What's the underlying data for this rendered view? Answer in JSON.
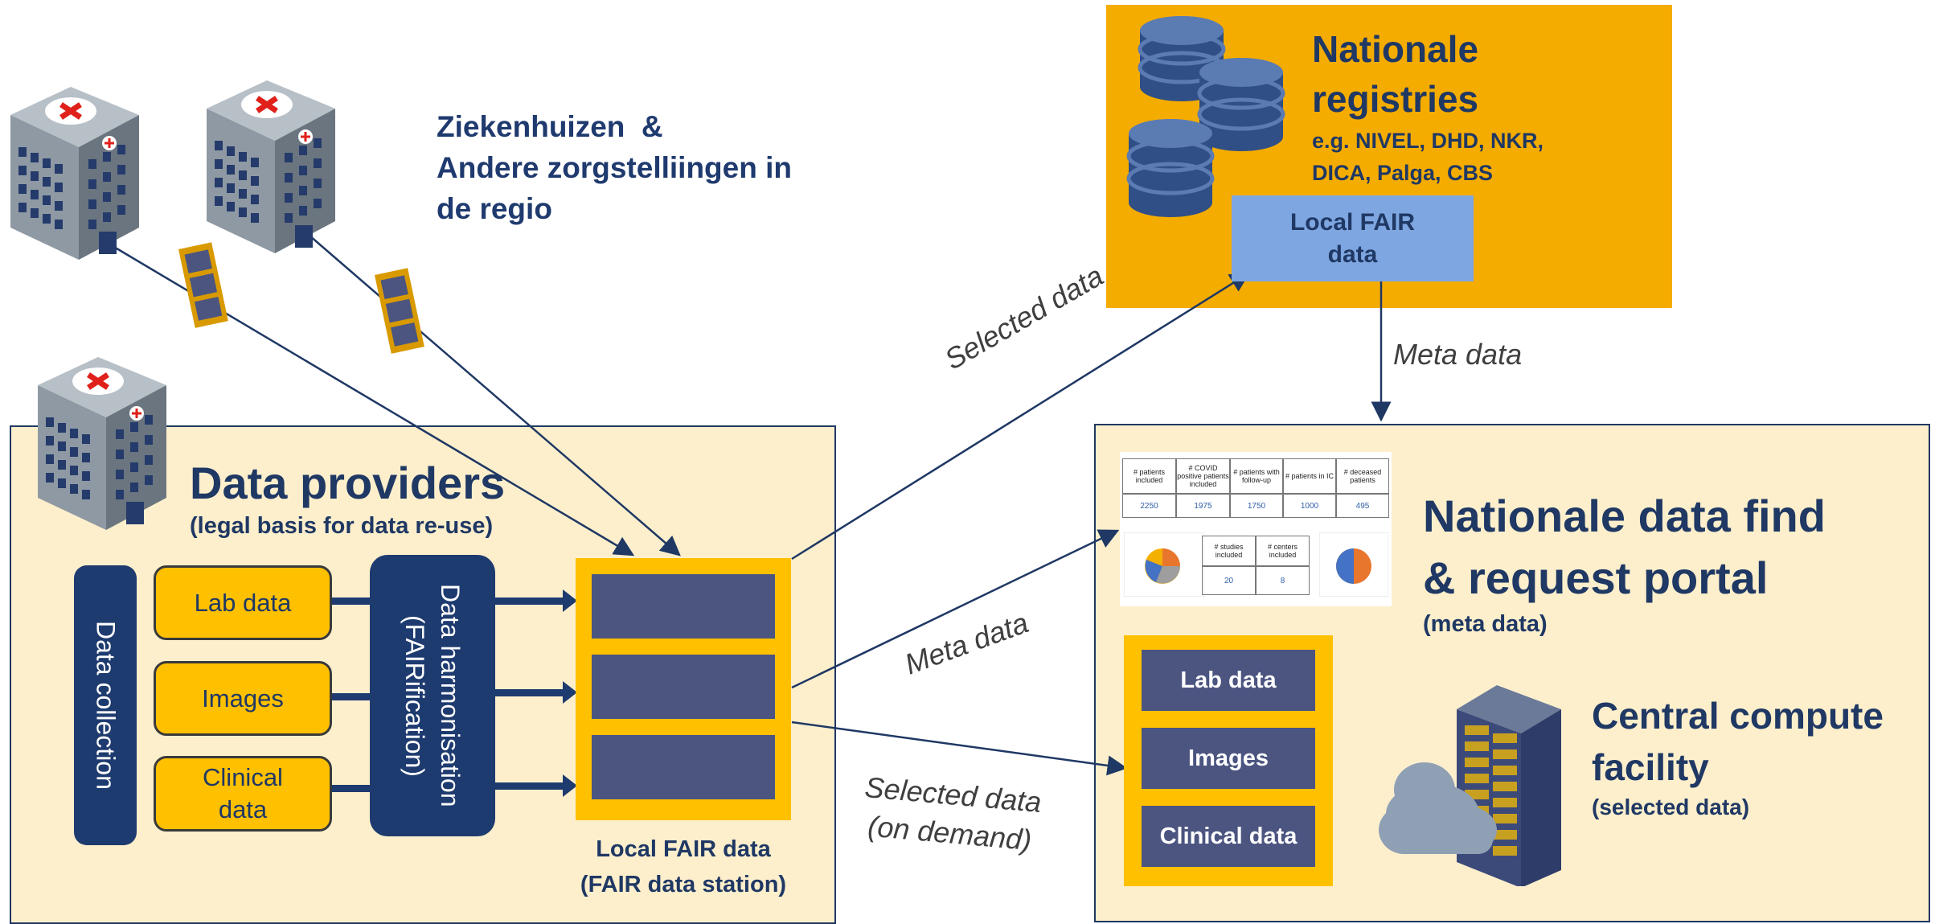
{
  "hospitals_caption": [
    "Ziekenhuizen  &",
    "Andere zorgstelliingen in",
    "de regio"
  ],
  "registries": {
    "title_line1": "Nationale",
    "title_line2": "registries",
    "examples_line1": "e.g. NIVEL, DHD, NKR,",
    "examples_line2": "DICA, Palga, CBS",
    "local_fair_line1": "Local FAIR",
    "local_fair_line2": "data"
  },
  "providers": {
    "title": "Data providers",
    "subtitle": "(legal basis for data re-use)",
    "collection": "Data collection",
    "items": [
      "Lab data",
      "Images",
      "Clinical data"
    ],
    "harmonisation_line1": "Data harmonisation",
    "harmonisation_line2": "(FAIRification)",
    "station_line1": "Local FAIR data",
    "station_line2": "(FAIR data station)"
  },
  "portal": {
    "title_line1": "Nationale data find",
    "title_line2": "& request portal",
    "subtitle": "(meta data)",
    "table_headers": [
      "# patients included",
      "# COVID positive patients included",
      "# patients with follow-up",
      "# patients in IC",
      "# deceased patients"
    ],
    "table_values": [
      "2250",
      "1975",
      "1750",
      "1000",
      "495"
    ],
    "mini_headers": [
      "# studies included",
      "# centers included"
    ],
    "mini_values": [
      "20",
      "8"
    ]
  },
  "compute": {
    "title_line1": "Central compute",
    "title_line2": "facility",
    "subtitle": "(selected data)",
    "items": [
      "Lab data",
      "Images",
      "Clinical data"
    ]
  },
  "arrows": {
    "selected_data": "Selected data",
    "meta_data_top": "Meta data",
    "meta_data_mid": "Meta data",
    "selected_on_demand_line1": "Selected data",
    "selected_on_demand_line2": "(on demand)"
  },
  "colors": {
    "navy": "#1e3b70",
    "yellow": "#ffc000",
    "orange": "#f5ac00",
    "cream": "#fdefcc",
    "light_blue": "#7ea6e0",
    "slot": "#4b5580"
  }
}
